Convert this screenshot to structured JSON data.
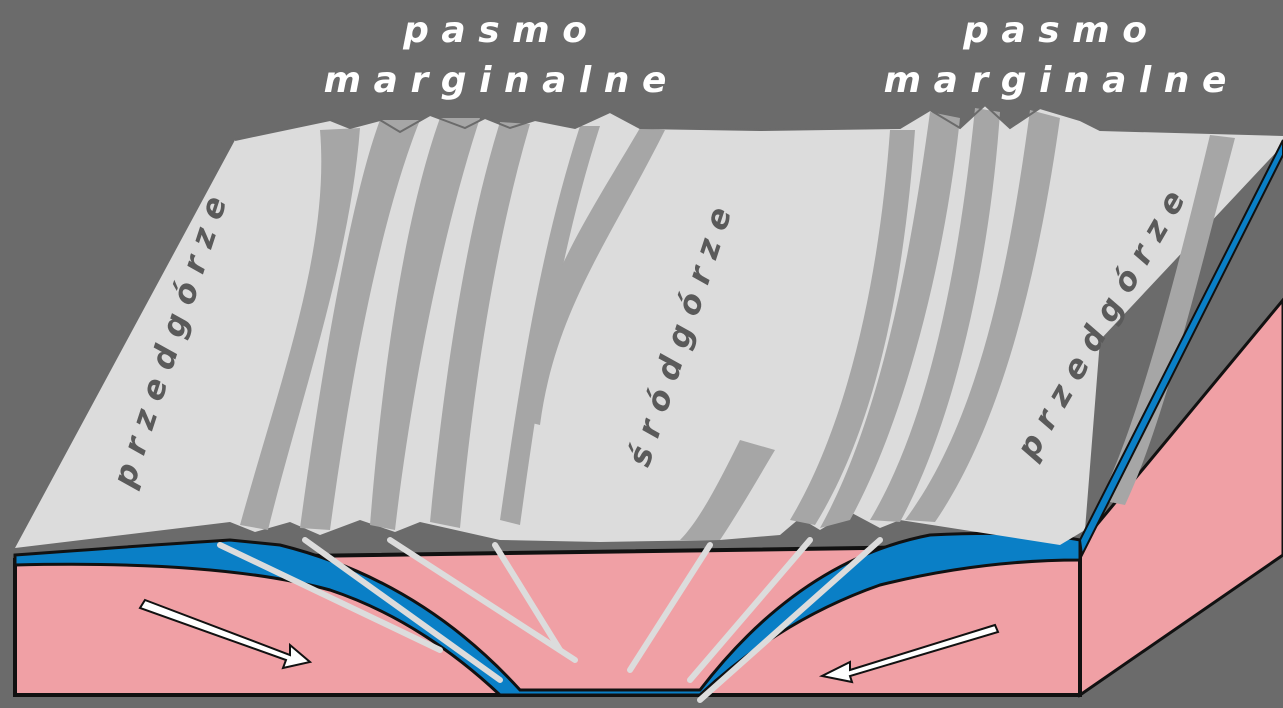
{
  "labels": {
    "top_left_line1": "p a s m o",
    "top_left_line2": "m a r g i n a l n e",
    "top_right_line1": "p a s m o",
    "top_right_line2": "m a r g i n a l n e",
    "left_slope": "p r z e d g ó r z e",
    "center": "ś r ó d g ó r z e",
    "right_slope": "p r z e d g ó r z e"
  },
  "colors": {
    "background": "#6b6b6b",
    "surface": "#dcdcdc",
    "fold_bands": "#a6a6a6",
    "basin": "#0a7fc6",
    "crust": "#f0a0a5",
    "outline": "#111111",
    "label_light": "#ffffff",
    "label_dark": "#5a5a5a"
  }
}
